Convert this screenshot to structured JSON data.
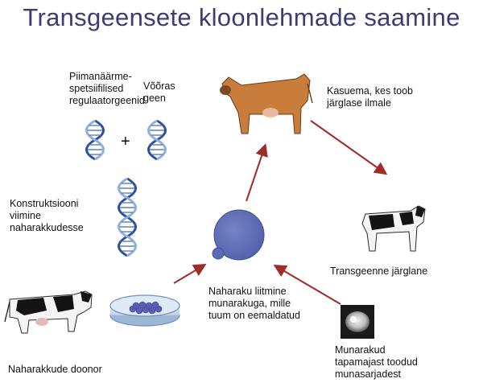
{
  "title": "Transgeensete kloonlehmade saamine",
  "labels": {
    "regulatory": "Piimanäärme-\nspetsiifilised\nregulaatorgeenid",
    "foreign_gene": "Võõras\ngeen",
    "plus": "+",
    "construct": "Konstruktsiooni\nviimine\nnaharakkudesse",
    "donor": "Naharakkude doonor",
    "fusion": "Naharaku liitmine\nmunarakuga, mille\ntuum on eemaldatud",
    "oocytes": "Munarakud\ntapamajast toodud\nmunasarjadest",
    "surrogate": "Kasuema, kes toob\njärglase ilmale",
    "offspring": "Transgeenne järglane"
  },
  "colors": {
    "title": "#3d3d70",
    "arrow": "#a12a2a",
    "cell": "#6070b8",
    "dna_blue": "#2d4f9e",
    "dna_light": "#8fb0dd"
  }
}
